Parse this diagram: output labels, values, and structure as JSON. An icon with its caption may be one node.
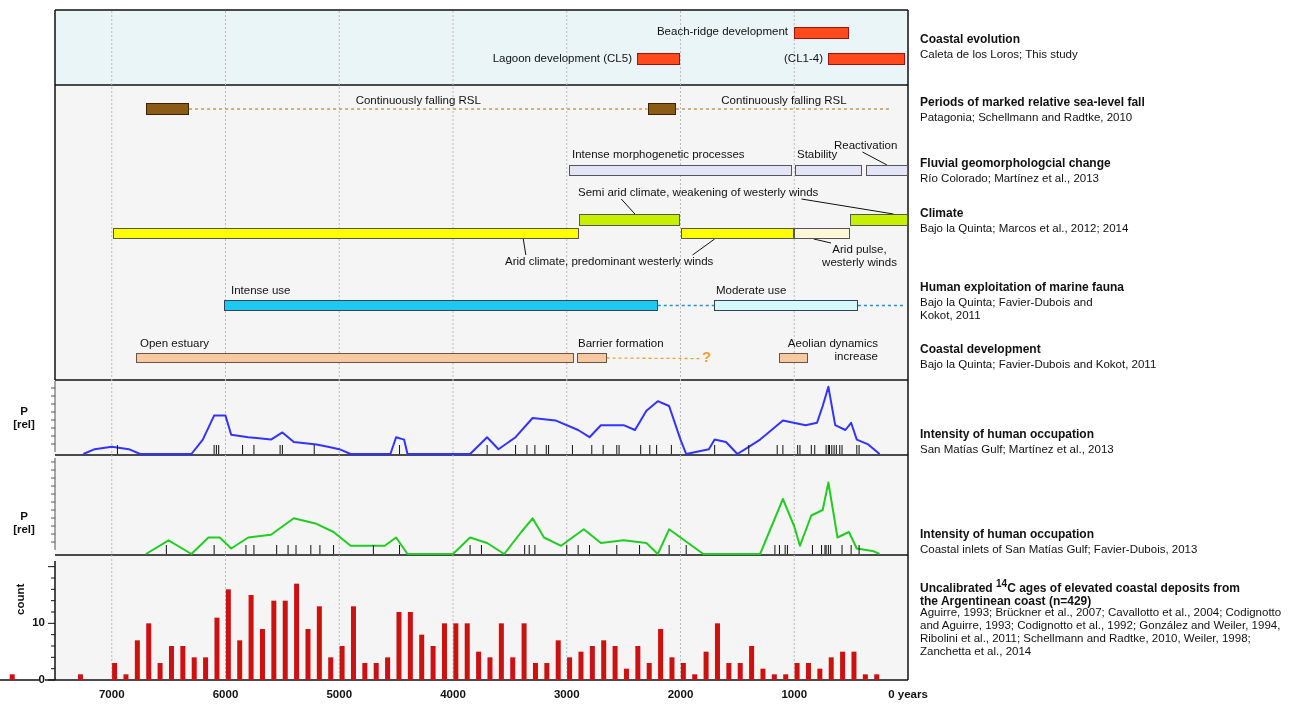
{
  "diagram": {
    "nodes": [
      {
        "text": [],
        "shape": "bar",
        "beside": [
          "Beach-ridge development"
        ]
      },
      {
        "text": [],
        "shape": "bar",
        "beside": [
          "Lagoon development (CL5)"
        ]
      },
      {
        "text": [],
        "shape": "bar",
        "beside": [
          "(CL1-4)"
        ]
      },
      {
        "text": [],
        "shape": "bar"
      },
      {
        "text": [],
        "shape": "bar"
      },
      {
        "text": [],
        "shape": "bar",
        "beside": [
          "Intense morphogenetic processes"
        ]
      },
      {
        "text": [],
        "shape": "bar",
        "beside": [
          "Stability"
        ]
      },
      {
        "text": [],
        "shape": "bar"
      },
      {
        "text": [
          "Reactivation"
        ]
      },
      {
        "text": [],
        "shape": "bar"
      },
      {
        "text": [],
        "shape": "bar"
      },
      {
        "text": [],
        "shape": "bar"
      },
      {
        "text": [],
        "shape": "bar"
      },
      {
        "text": [],
        "shape": "bar"
      },
      {
        "text": [
          "Semi arid climate, weakening of westerly winds"
        ]
      },
      {
        "text": [
          "Arid climate, predominant westerly winds"
        ]
      },
      {
        "text": [
          "Arid pulse, westerly winds"
        ]
      },
      {
        "text": [],
        "shape": "bar",
        "beside": [
          "Intense use"
        ]
      },
      {
        "text": [],
        "shape": "bar",
        "beside": [
          "Moderate use"
        ]
      },
      {
        "text": [],
        "shape": "bar",
        "beside": [
          "Open estuary"
        ]
      },
      {
        "text": [],
        "shape": "bar",
        "beside": [
          "Barrier formation"
        ]
      },
      {
        "text": [
          "?"
        ]
      },
      {
        "text": [],
        "shape": "bar",
        "beside": [
          "Aeolian dynamics increase"
        ]
      }
    ],
    "edges": [
      {
        "from": 3,
        "to": 4,
        "arrow": "none",
        "label": "Continuously falling RSL",
        "style": "dashed",
        "color": "#c8965a"
      },
      {
        "from": 4,
        "to": null,
        "arrow": "none",
        "label": "Continuously falling RSL",
        "style": "dashed",
        "color": "#c8965a"
      },
      {
        "from": 8,
        "to": 7,
        "arrow": "none"
      },
      {
        "from": 14,
        "to": 10,
        "arrow": "none"
      },
      {
        "from": 14,
        "to": 13,
        "arrow": "none"
      },
      {
        "from": 15,
        "to": 9,
        "arrow": "none"
      },
      {
        "from": 15,
        "to": 11,
        "arrow": "none"
      },
      {
        "from": 16,
        "to": 12,
        "arrow": "none"
      },
      {
        "from": 17,
        "to": 18,
        "arrow": "none",
        "style": "dashed",
        "color": "#1e90e0"
      },
      {
        "from": 18,
        "to": null,
        "arrow": "none",
        "style": "dashed",
        "color": "#1e90e0"
      },
      {
        "from": 20,
        "to": 21,
        "arrow": "none",
        "style": "dashed",
        "color": "#f0a030"
      }
    ],
    "labels": [
      "Coastal evolution",
      "Caleta de los Loros; This study",
      "Periods of marked relative sea-level fall",
      "Patagonia; Schellmann and Radtke, 2010",
      "Fluvial geomorphologcial change",
      "Río Colorado; Martínez et al., 2013",
      "Climate",
      "Bajo la Quinta; Marcos et al., 2012; 2014",
      "Human exploitation of marine fauna",
      "Bajo la Quinta; Favier-Dubois and Kokot, 2011",
      "Coastal development",
      "Bajo la Quinta; Favier-Dubois and Kokot, 2011",
      "Intensity of human occupation",
      "San Matías Gulf; Martínez et al., 2013",
      "Intensity of human occupation",
      "Coastal inlets of San Matías Gulf; Favier-Dubois, 2013",
      "Uncalibrated $^{14}$C ages of elevated coastal deposits from the Argentinean coast (n=429)",
      "Aguirre, 1993; Brückner et al., 2007; Cavallotto et al., 2004; Codignotto and Aguirre, 1993; Codignotto et al., 1992; González and Weiler, 1994, Ribolini et al., 2011; Schellmann and Radtke, 2010, Weiler, 1998; Zanchetta et al., 2014",
      "P [rel]",
      "P [rel]"
    ],
    "chart_data": {
      "type": "bar",
      "ylabel": "count",
      "xlim": [
        8000,
        0
      ],
      "ylim": [
        0,
        21
      ],
      "grid": true,
      "yticks": [
        0,
        10
      ],
      "xticks": [
        7000,
        6000,
        5000,
        4000,
        3000,
        2000,
        1000,
        {
          "value": 0,
          "label": "0 years"
        }
      ],
      "x": [
        7875,
        7275,
        6975,
        6875,
        6775,
        6675,
        6575,
        6475,
        6375,
        6275,
        6175,
        6075,
        5975,
        5875,
        5775,
        5675,
        5575,
        5475,
        5375,
        5275,
        5175,
        5075,
        4975,
        4875,
        4775,
        4675,
        4575,
        4475,
        4375,
        4275,
        4175,
        4075,
        3975,
        3875,
        3775,
        3675,
        3575,
        3475,
        3375,
        3275,
        3175,
        3075,
        2975,
        2875,
        2775,
        2675,
        2575,
        2475,
        2375,
        2275,
        2175,
        2075,
        1975,
        1875,
        1775,
        1675,
        1575,
        1475,
        1375,
        1275,
        1175,
        1075,
        975,
        875,
        775,
        675,
        575,
        475,
        375,
        275
      ],
      "series": [
        {
          "color": "#cc1111",
          "values": [
            1,
            1,
            3,
            1,
            7,
            10,
            3,
            6,
            6,
            4,
            4,
            11,
            16,
            7,
            15,
            9,
            14,
            14,
            17,
            9,
            13,
            4,
            6,
            13,
            3,
            3,
            4,
            12,
            12,
            8,
            6,
            10,
            10,
            10,
            5,
            4,
            10,
            4,
            10,
            3,
            3,
            7,
            4,
            5,
            6,
            7,
            6,
            2,
            6,
            3,
            9,
            4,
            3,
            1,
            5,
            10,
            3,
            3,
            6,
            2,
            1,
            1,
            3,
            3,
            2,
            4,
            5,
            5,
            1,
            1
          ]
        }
      ]
    }
  }
}
